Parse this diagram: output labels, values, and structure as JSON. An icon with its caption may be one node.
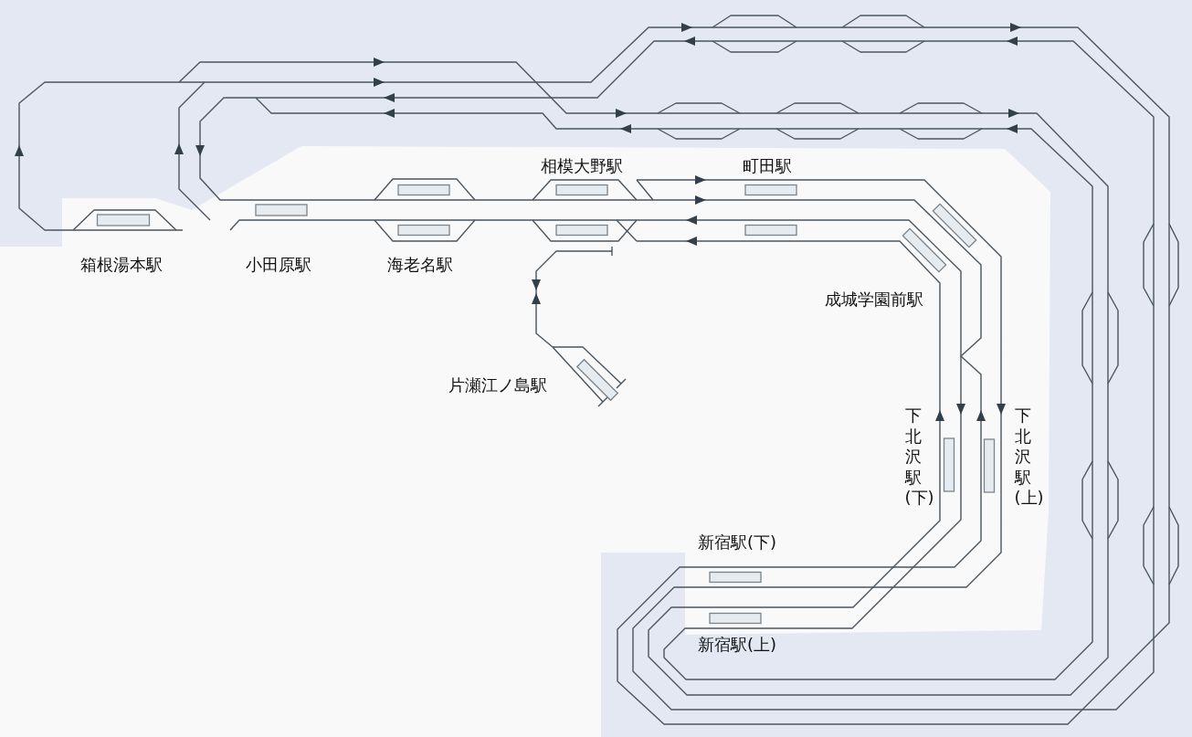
{
  "diagram": {
    "labels": [
      "相模大野駅",
      "町田駅",
      "箱根湯本駅",
      "小田原駅",
      "海老名駅",
      "成城学園前駅",
      "片瀬江ノ島駅",
      "下北沢駅(下)",
      "下北沢駅(上)",
      "新宿駅(下)",
      "新宿駅(上)"
    ]
  }
}
